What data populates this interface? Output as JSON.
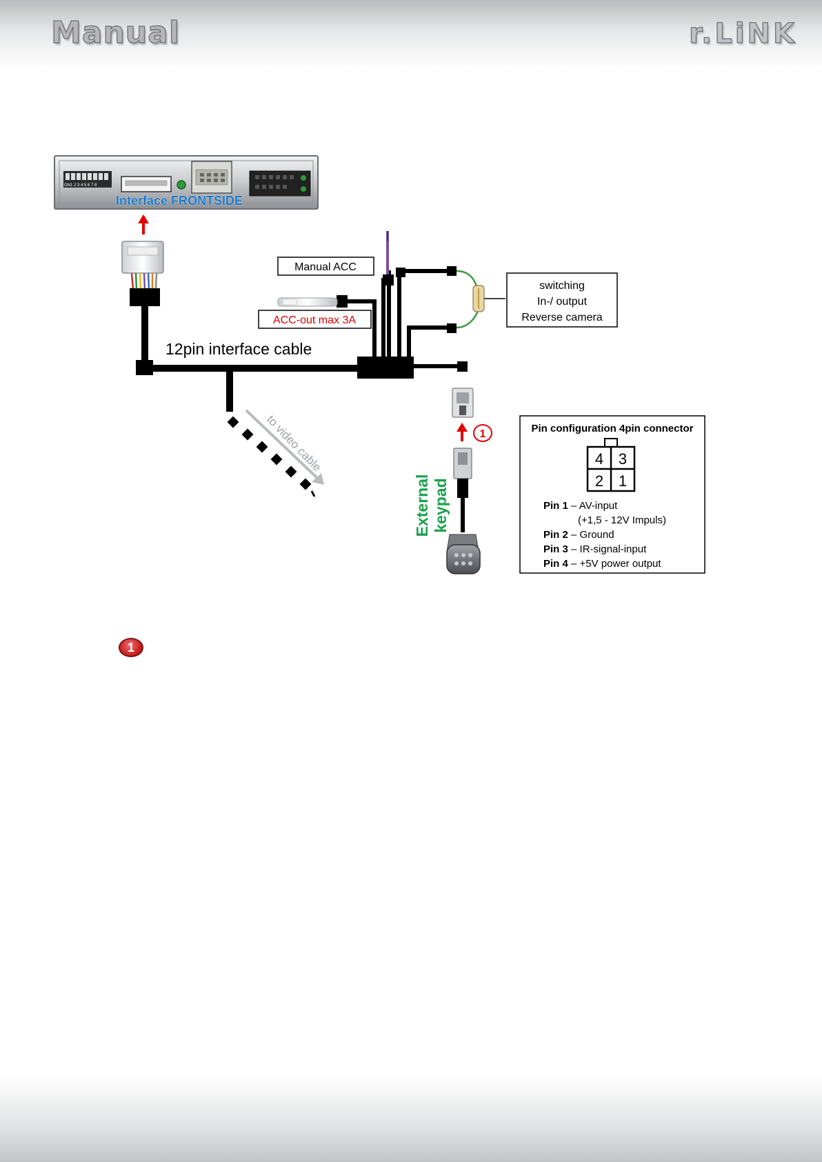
{
  "header": {
    "brand_left": "Manual",
    "brand_right": "r.LiNK"
  },
  "diagram": {
    "interface_label": "Interface FRONTSIDE",
    "dip_numbers": "1 2 3 4 5 6 7 8",
    "dip_on": "ON",
    "cable_label": "12pin interface cable",
    "manual_acc": "Manual ACC",
    "acc_out": "ACC-out max 3A",
    "switching_line1": "switching",
    "switching_line2": "In-/ output",
    "switching_line3": "Reverse camera",
    "video_cable": "to video cable",
    "keypad_line1": "External",
    "keypad_line2": "keypad",
    "marker": "1"
  },
  "pin_box": {
    "title": "Pin configuration 4pin connector",
    "grid": [
      "4",
      "3",
      "2",
      "1"
    ],
    "pins": [
      {
        "label": "Pin 1",
        "desc": "– AV-input"
      },
      {
        "label": "",
        "desc": "(+1,5 - 12V Impuls)"
      },
      {
        "label": "Pin 2",
        "desc": "– Ground"
      },
      {
        "label": "Pin 3",
        "desc": "– IR-signal-input"
      },
      {
        "label": "Pin 4",
        "desc": "– +5V power output"
      }
    ]
  },
  "footnote": {
    "marker": "1"
  },
  "colors": {
    "red": "#e00000",
    "blue": "#1b75c4",
    "green": "#1aa04a",
    "purple": "#7b4fa0",
    "cable": "#000000"
  }
}
